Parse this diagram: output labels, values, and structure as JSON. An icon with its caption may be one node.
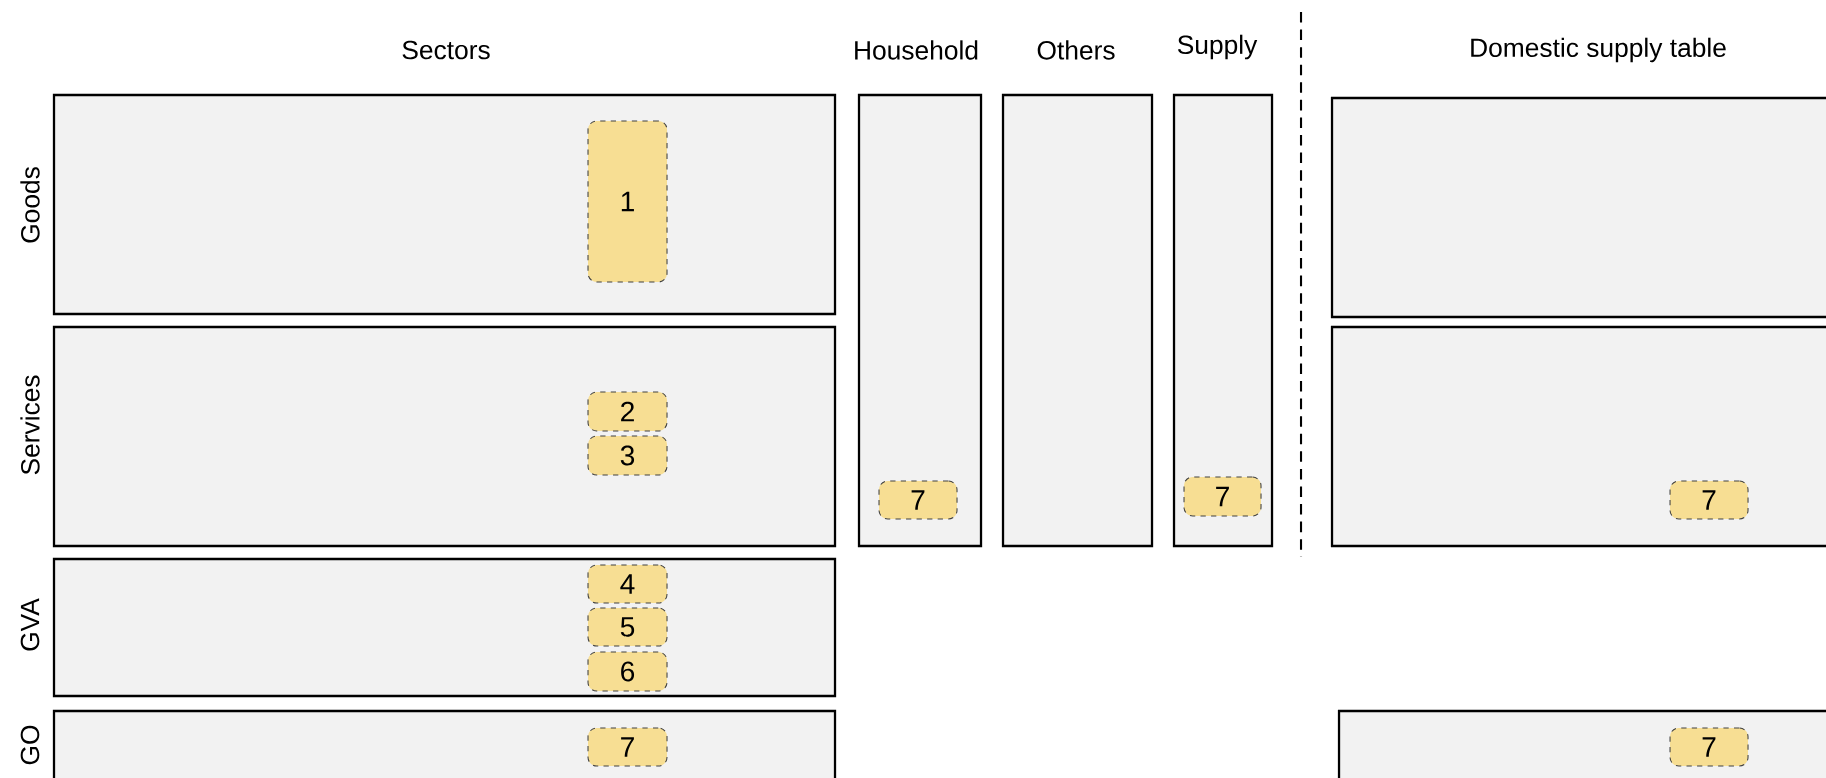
{
  "diagram": {
    "nodes": [
      {
        "text": [],
        "shape": "box"
      },
      {
        "text": [
          "1"
        ],
        "in": 0
      },
      {
        "text": [],
        "shape": "box"
      },
      {
        "text": [],
        "shape": "box"
      },
      {
        "text": [],
        "shape": "box"
      },
      {
        "text": [],
        "shape": "box"
      },
      {
        "text": [],
        "shape": "box"
      },
      {
        "text": [
          "2"
        ],
        "in": 6
      },
      {
        "text": [
          "3"
        ],
        "in": 6
      },
      {
        "text": [
          "7"
        ],
        "in": 2
      },
      {
        "text": [
          "7"
        ],
        "in": 4
      },
      {
        "text": [],
        "shape": "box"
      },
      {
        "text": [
          "7"
        ],
        "in": 11
      },
      {
        "text": [],
        "shape": "box"
      },
      {
        "text": [
          "4"
        ],
        "in": 13
      },
      {
        "text": [
          "5"
        ],
        "in": 13
      },
      {
        "text": [
          "6"
        ],
        "in": 13
      },
      {
        "text": [],
        "shape": "box"
      },
      {
        "text": [
          "7"
        ],
        "in": 17
      },
      {
        "text": [],
        "shape": "box"
      },
      {
        "text": [
          "7"
        ],
        "in": 19
      }
    ],
    "edges": [],
    "labels": [
      "Sectors",
      "Household",
      "Others",
      "Supply",
      "Domestic supply table",
      "Goods",
      "Services",
      "GVA",
      "GO"
    ]
  }
}
